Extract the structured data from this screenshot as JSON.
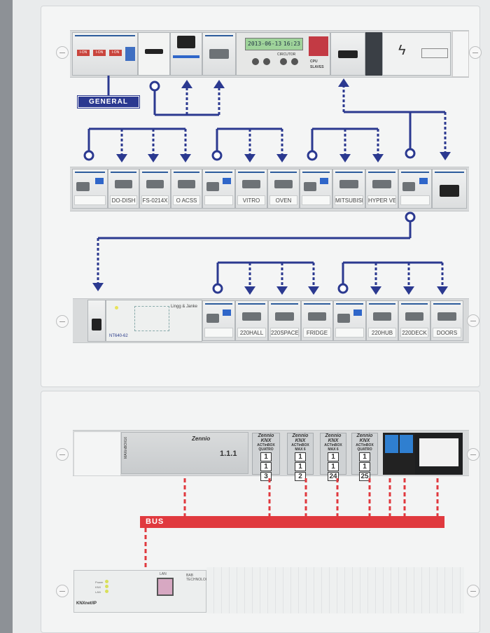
{
  "labels": {
    "general": "GENERAL",
    "bus": "BUS"
  },
  "row1": {
    "timer_date": "2013-06-13",
    "timer_time": "16:23",
    "cpu": "CPU",
    "slaves": "SLAVES",
    "brand_circutor": "CIRCUTOR",
    "breaker_marks": [
      "I-ON",
      "I-ON",
      "I-ON"
    ]
  },
  "row2": {
    "modules": [
      {
        "label": "",
        "type": "rcbo"
      },
      {
        "label": "DO-DISH",
        "type": "mcb"
      },
      {
        "label": "FS-0214X",
        "type": "mcb"
      },
      {
        "label": "O ACSS",
        "type": "mcb"
      },
      {
        "label": "",
        "type": "rcbo"
      },
      {
        "label": "VITRO",
        "type": "mcb"
      },
      {
        "label": "OVEN",
        "type": "mcb"
      },
      {
        "label": "",
        "type": "rcbo"
      },
      {
        "label": "MITSUBISHI",
        "type": "mcb"
      },
      {
        "label": "HYPER VENT",
        "type": "mcb"
      },
      {
        "label": "",
        "type": "rcbo"
      },
      {
        "label": "",
        "type": "schneider"
      }
    ]
  },
  "row3": {
    "psu_brand": "Lingg & Janke",
    "psu_model": "NT640-62",
    "modules": [
      {
        "label": "",
        "type": "rcbo"
      },
      {
        "label": "220HALL",
        "type": "mcb"
      },
      {
        "label": "220SPACE",
        "type": "mcb"
      },
      {
        "label": "FRIDGE",
        "type": "mcb"
      },
      {
        "label": "",
        "type": "rcbo"
      },
      {
        "label": "220HUB",
        "type": "mcb"
      },
      {
        "label": "220DECK",
        "type": "mcb"
      },
      {
        "label": "DOORS",
        "type": "mcb"
      }
    ]
  },
  "row4": {
    "maxinbox": {
      "brand": "Zennio",
      "model": "MAXinBOX16",
      "address": "1.1.1"
    },
    "actuators": [
      {
        "brand": "Zennio KNX",
        "model": "ACTinBOX QUATRO",
        "address": [
          "1",
          "1",
          "3"
        ]
      },
      {
        "brand": "Zennio KNX",
        "model": "ACTinBOX MAX 6",
        "address": [
          "1",
          "1",
          "2"
        ]
      },
      {
        "brand": "Zennio KNX",
        "model": "ACTinBOX MAX 6",
        "address": [
          "1",
          "1",
          "24"
        ]
      },
      {
        "brand": "Zennio KNX",
        "model": "ACTinBOX QUATRO",
        "address": [
          "1",
          "1",
          "25"
        ]
      }
    ]
  },
  "gateway": {
    "model": "KNXnet/IP",
    "brand": "BAB TECHNOLOGIE",
    "port": "LAN",
    "leds": [
      "Power",
      "KNX",
      "LAN"
    ]
  },
  "colors": {
    "diagram_blue": "#2b3990",
    "bus_red": "#e0393e"
  }
}
